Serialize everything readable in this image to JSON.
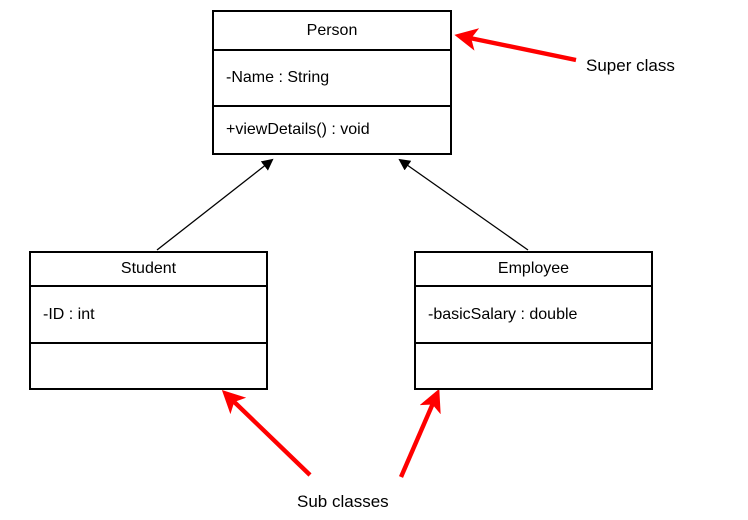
{
  "diagram": {
    "type": "uml-class-diagram",
    "background_color": "#ffffff",
    "line_color": "#000000",
    "annotation_color": "#ff0000",
    "classes": [
      {
        "id": "person",
        "name": "Person",
        "role": "superclass",
        "attributes": [
          "-Name : String"
        ],
        "operations": [
          "+viewDetails() : void"
        ]
      },
      {
        "id": "student",
        "name": "Student",
        "role": "subclass",
        "attributes": [
          "-ID : int"
        ],
        "operations": [
          ""
        ]
      },
      {
        "id": "employee",
        "name": "Employee",
        "role": "subclass",
        "attributes": [
          "-basicSalary : double"
        ],
        "operations": [
          ""
        ]
      }
    ],
    "relationships": [
      {
        "type": "generalization",
        "from": "Student",
        "to": "Person"
      },
      {
        "type": "generalization",
        "from": "Employee",
        "to": "Person"
      }
    ],
    "annotations": [
      {
        "id": "super",
        "text": "Super class",
        "points_to": [
          "Person"
        ]
      },
      {
        "id": "sub",
        "text": "Sub classes",
        "points_to": [
          "Student",
          "Employee"
        ]
      }
    ]
  }
}
